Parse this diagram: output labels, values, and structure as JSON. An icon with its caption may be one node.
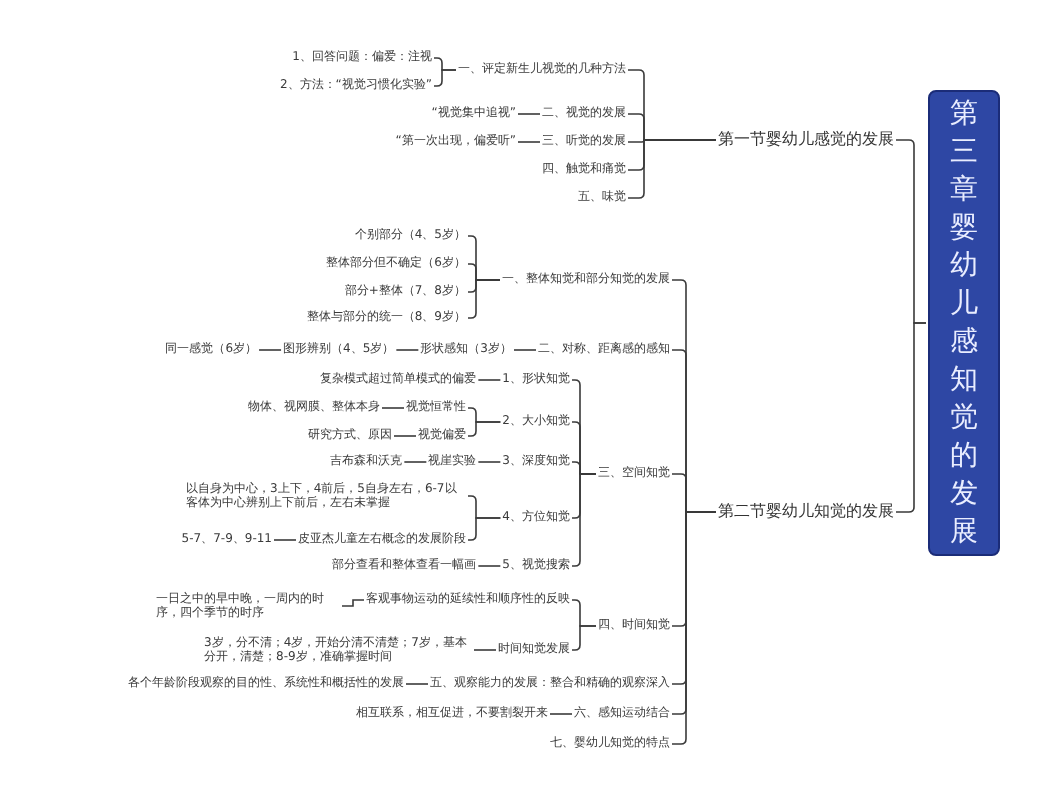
{
  "diagram": {
    "nodes": [
      {
        "text": [
          "第三章婴幼儿感知觉的发展"
        ]
      },
      {
        "text": [
          "第一节婴幼儿感觉的发展"
        ]
      },
      {
        "text": [
          "一、评定新生儿视觉的几种方法"
        ]
      },
      {
        "text": [
          "1、回答问题：偏爱：注视"
        ]
      },
      {
        "text": [
          "2、方法：“视觉习惯化实验”"
        ]
      },
      {
        "text": [
          "二、视觉的发展"
        ]
      },
      {
        "text": [
          "“视觉集中追视”"
        ]
      },
      {
        "text": [
          "三、听觉的发展"
        ]
      },
      {
        "text": [
          "“第一次出现，偏爱听”"
        ]
      },
      {
        "text": [
          "四、触觉和痛觉"
        ]
      },
      {
        "text": [
          "五、味觉"
        ]
      },
      {
        "text": [
          "第二节婴幼儿知觉的发展"
        ]
      },
      {
        "text": [
          "一、整体知觉和部分知觉的发展"
        ]
      },
      {
        "text": [
          "个别部分（4、5岁）"
        ]
      },
      {
        "text": [
          "整体部分但不确定（6岁）"
        ]
      },
      {
        "text": [
          "部分+整体（7、8岁）"
        ]
      },
      {
        "text": [
          "整体与部分的统一（8、9岁）"
        ]
      },
      {
        "text": [
          "二、对称、距离感的感知"
        ]
      },
      {
        "text": [
          "形状感知（3岁）"
        ]
      },
      {
        "text": [
          "图形辨别（4、5岁）"
        ]
      },
      {
        "text": [
          "同一感觉（6岁）"
        ]
      },
      {
        "text": [
          "三、空间知觉"
        ]
      },
      {
        "text": [
          "1、形状知觉"
        ]
      },
      {
        "text": [
          "复杂模式超过简单模式的偏爱"
        ]
      },
      {
        "text": [
          "2、大小知觉"
        ]
      },
      {
        "text": [
          "视觉恒常性"
        ]
      },
      {
        "text": [
          "物体、视网膜、整体本身"
        ]
      },
      {
        "text": [
          "视觉偏爱"
        ]
      },
      {
        "text": [
          "研究方式、原因"
        ]
      },
      {
        "text": [
          "3、深度知觉"
        ]
      },
      {
        "text": [
          "视崖实验"
        ]
      },
      {
        "text": [
          "吉布森和沃克"
        ]
      },
      {
        "text": [
          "4、方位知觉"
        ]
      },
      {
        "text": [
          "以自身为中心，3上下，4前后，5自身左右，6-7以客体为中心辨别上下前后，左右未掌握"
        ]
      },
      {
        "text": [
          "皮亚杰儿童左右概念的发展阶段"
        ]
      },
      {
        "text": [
          "5-7、7-9、9-11"
        ]
      },
      {
        "text": [
          "5、视觉搜索"
        ]
      },
      {
        "text": [
          "部分查看和整体查看一幅画"
        ]
      },
      {
        "text": [
          "四、时间知觉"
        ]
      },
      {
        "text": [
          "客观事物运动的延续性和顺序性的反映"
        ]
      },
      {
        "text": [
          "一日之中的早中晚，一周内的时序，四个季节的时序"
        ]
      },
      {
        "text": [
          "时间知觉发展"
        ]
      },
      {
        "text": [
          "3岁，分不清；4岁，开始分清不清楚；7岁，基本分开，清楚；8-9岁，准确掌握时间"
        ]
      },
      {
        "text": [
          "五、观察能力的发展：整合和精确的观察深入"
        ]
      },
      {
        "text": [
          "各个年龄阶段观察的目的性、系统性和概括性的发展"
        ]
      },
      {
        "text": [
          "六、感知运动结合"
        ]
      },
      {
        "text": [
          "相互联系，相互促进，不要割裂开来"
        ]
      },
      {
        "text": [
          "七、婴幼儿知觉的特点"
        ]
      }
    ],
    "edges": [
      {
        "from": 0,
        "to": 1,
        "arrow": "none"
      },
      {
        "from": 0,
        "to": 11,
        "arrow": "none"
      },
      {
        "from": 1,
        "to": 2,
        "arrow": "none"
      },
      {
        "from": 1,
        "to": 5,
        "arrow": "none"
      },
      {
        "from": 1,
        "to": 7,
        "arrow": "none"
      },
      {
        "from": 1,
        "to": 9,
        "arrow": "none"
      },
      {
        "from": 1,
        "to": 10,
        "arrow": "none"
      },
      {
        "from": 2,
        "to": 3,
        "arrow": "none"
      },
      {
        "from": 2,
        "to": 4,
        "arrow": "none"
      },
      {
        "from": 5,
        "to": 6,
        "arrow": "none"
      },
      {
        "from": 7,
        "to": 8,
        "arrow": "none"
      },
      {
        "from": 11,
        "to": 12,
        "arrow": "none"
      },
      {
        "from": 11,
        "to": 17,
        "arrow": "none"
      },
      {
        "from": 11,
        "to": 21,
        "arrow": "none"
      },
      {
        "from": 11,
        "to": 38,
        "arrow": "none"
      },
      {
        "from": 11,
        "to": 43,
        "arrow": "none"
      },
      {
        "from": 11,
        "to": 45,
        "arrow": "none"
      },
      {
        "from": 11,
        "to": 47,
        "arrow": "none"
      },
      {
        "from": 12,
        "to": 13,
        "arrow": "none"
      },
      {
        "from": 12,
        "to": 14,
        "arrow": "none"
      },
      {
        "from": 12,
        "to": 15,
        "arrow": "none"
      },
      {
        "from": 12,
        "to": 16,
        "arrow": "none"
      },
      {
        "from": 17,
        "to": 18,
        "arrow": "none"
      },
      {
        "from": 18,
        "to": 19,
        "arrow": "none"
      },
      {
        "from": 19,
        "to": 20,
        "arrow": "none"
      },
      {
        "from": 21,
        "to": 22,
        "arrow": "none"
      },
      {
        "from": 21,
        "to": 24,
        "arrow": "none"
      },
      {
        "from": 21,
        "to": 29,
        "arrow": "none"
      },
      {
        "from": 21,
        "to": 32,
        "arrow": "none"
      },
      {
        "from": 21,
        "to": 36,
        "arrow": "none"
      },
      {
        "from": 22,
        "to": 23,
        "arrow": "none"
      },
      {
        "from": 24,
        "to": 25,
        "arrow": "none"
      },
      {
        "from": 24,
        "to": 27,
        "arrow": "none"
      },
      {
        "from": 25,
        "to": 26,
        "arrow": "none"
      },
      {
        "from": 27,
        "to": 28,
        "arrow": "none"
      },
      {
        "from": 29,
        "to": 30,
        "arrow": "none"
      },
      {
        "from": 30,
        "to": 31,
        "arrow": "none"
      },
      {
        "from": 32,
        "to": 33,
        "arrow": "none"
      },
      {
        "from": 32,
        "to": 34,
        "arrow": "none"
      },
      {
        "from": 34,
        "to": 35,
        "arrow": "none"
      },
      {
        "from": 36,
        "to": 37,
        "arrow": "none"
      },
      {
        "from": 38,
        "to": 39,
        "arrow": "none"
      },
      {
        "from": 38,
        "to": 41,
        "arrow": "none"
      },
      {
        "from": 39,
        "to": 40,
        "arrow": "none"
      },
      {
        "from": 41,
        "to": 42,
        "arrow": "none"
      },
      {
        "from": 43,
        "to": 44,
        "arrow": "none"
      },
      {
        "from": 45,
        "to": 46,
        "arrow": "none"
      }
    ]
  }
}
